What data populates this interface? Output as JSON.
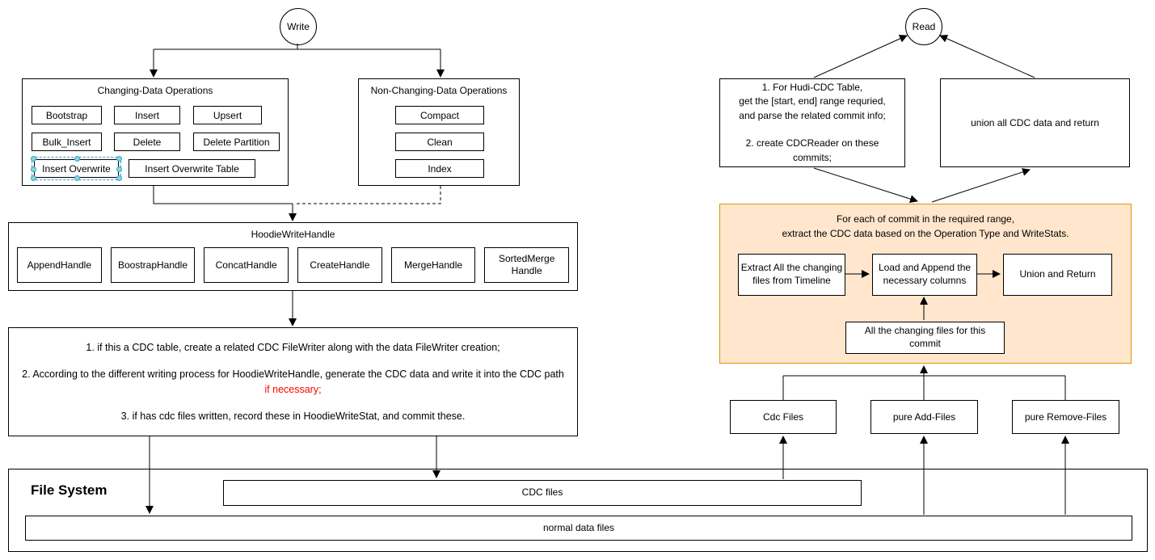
{
  "write": {
    "label": "Write"
  },
  "read": {
    "label": "Read"
  },
  "changing": {
    "title": "Changing-Data Operations",
    "items": [
      "Bootstrap",
      "Insert",
      "Upsert",
      "Bulk_Insert",
      "Delete",
      "Delete Partition",
      "Insert Overwrite",
      "Insert Overwrite Table"
    ]
  },
  "nonchanging": {
    "title": "Non-Changing-Data Operations",
    "items": [
      "Compact",
      "Clean",
      "Index"
    ]
  },
  "handle": {
    "title": "HoodieWriteHandle",
    "items": [
      "AppendHandle",
      "BoostrapHandle",
      "ConcatHandle",
      "CreateHandle",
      "MergeHandle",
      "SortedMerge Handle"
    ]
  },
  "steps": {
    "s1": "1. if this a CDC table, create a related CDC FileWriter along with the data FileWriter creation;",
    "s2_prefix": "2. According to the different writing process for HoodieWriteHandle, generate the CDC data and write it into the CDC path ",
    "s2_red": "if necessary;",
    "s3": "3. if has cdc files written, record these in HoodieWriteStat, and commit these."
  },
  "reader_box": {
    "text": "1. For Hudi-CDC Table,\nget the [start, end] range requried,\nand parse the related commit info;\n\n2. create CDCReader on these\ncommits;"
  },
  "union_box": {
    "label": "union all CDC data and return"
  },
  "extract_stage": {
    "title": "For each of commit in the required range,\nextract the CDC data based on the Operation Type and WriteStats.",
    "extract": "Extract All the changing files from Timeline",
    "load": "Load and Append the necessary columns",
    "union": "Union and Return",
    "changing_files": "All the changing files for this commit"
  },
  "file_types": {
    "items": [
      "Cdc Files",
      "pure Add-Files",
      "pure Remove-Files"
    ]
  },
  "file_system": {
    "title": "File System",
    "cdc": "CDC files",
    "normal": "normal data files"
  },
  "colors": {
    "stage_fill": "#ffe6cc",
    "stage_stroke": "#d79b00",
    "selection": "#35a2d8",
    "handle": "#8fd7cb",
    "step_highlight": "#ff0000"
  }
}
